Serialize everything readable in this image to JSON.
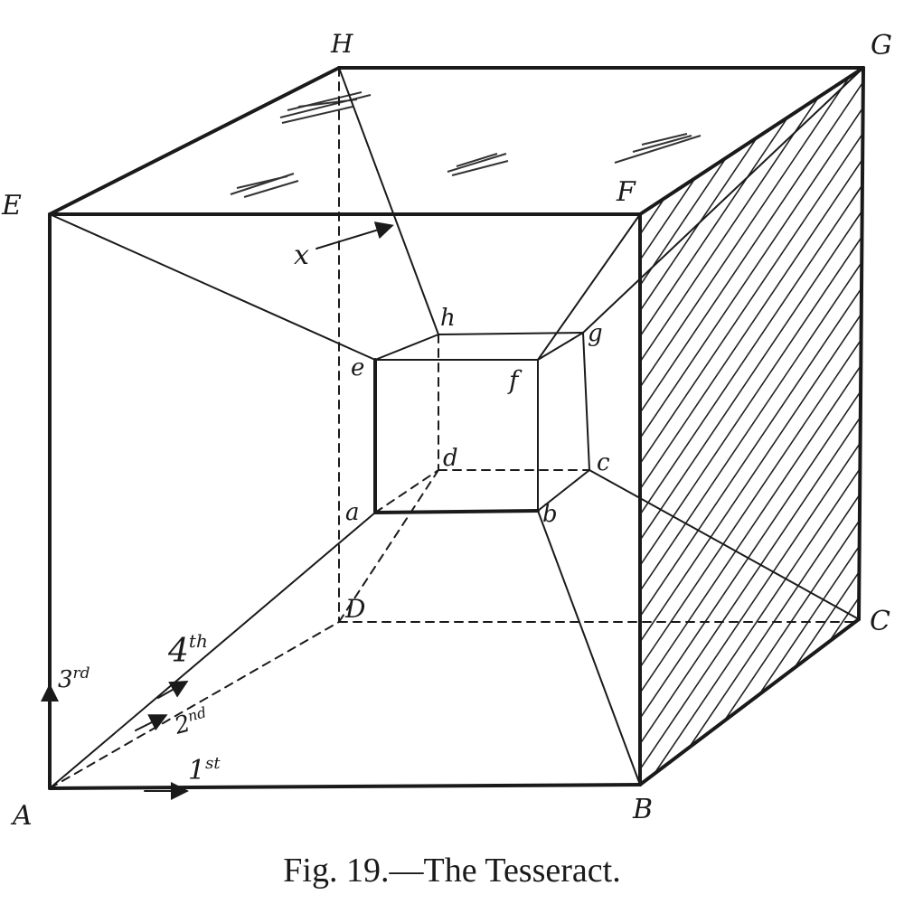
{
  "figure": {
    "caption": "Fig. 19.—The Tesseract.",
    "labels": {
      "outer": [
        "A",
        "B",
        "C",
        "D",
        "E",
        "F",
        "G",
        "H"
      ],
      "inner": [
        "a",
        "b",
        "c",
        "d",
        "e",
        "f",
        "g",
        "h"
      ],
      "x": "x"
    },
    "directions": [
      {
        "base": "1",
        "suffix": "st"
      },
      {
        "base": "2",
        "suffix": "nd"
      },
      {
        "base": "3",
        "suffix": "rd"
      },
      {
        "base": "4",
        "suffix": "th"
      }
    ]
  }
}
